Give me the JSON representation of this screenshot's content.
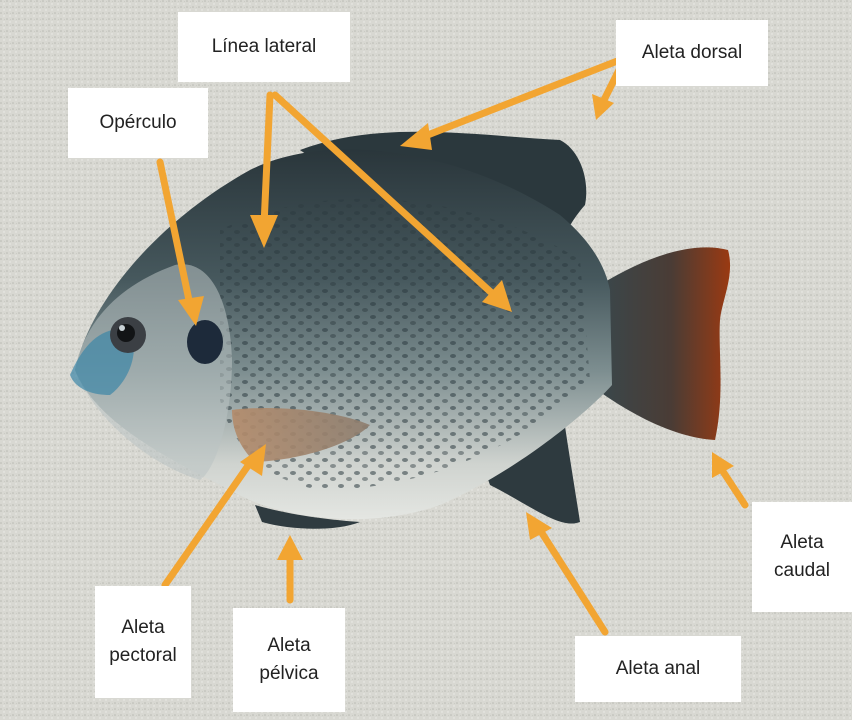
{
  "labels": {
    "linea_lateral": "Línea lateral",
    "aleta_dorsal": "Aleta dorsal",
    "operculo": "Opérculo",
    "aleta_caudal": [
      "Aleta",
      "caudal"
    ],
    "aleta_pectoral": [
      "Aleta",
      "pectoral"
    ],
    "aleta_pelvica": [
      "Aleta",
      "pélvica"
    ],
    "aleta_anal": "Aleta anal"
  },
  "colors": {
    "arrow": "#f2a532",
    "label_background": "#ffffff",
    "label_text": "#222222",
    "background": "#d9d9d4",
    "fish_body": "#5f7478",
    "fish_back": "#2e3b40",
    "fish_belly": "#d9dcd8",
    "tail_tip": "#9a3a12"
  },
  "image": {
    "subject": "tilapia-fish-photo"
  }
}
